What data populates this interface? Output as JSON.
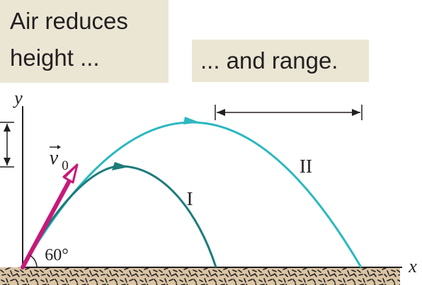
{
  "captions": {
    "height_line1": "Air reduces",
    "height_line2": "height ...",
    "range": "... and range."
  },
  "axes": {
    "x": "x",
    "y": "y"
  },
  "vector_label": "v",
  "vector_subscript": "0",
  "angle_label": "60°",
  "trajectory_labels": {
    "with_air": "I",
    "without_air": "II"
  },
  "colors": {
    "caption_box": "#ebe6d4",
    "trajectory_with_air": "#1e7b7b",
    "trajectory_without_air": "#2bb8c0",
    "velocity_vector": "#c8197a",
    "ground": "#d9c4a5"
  }
}
